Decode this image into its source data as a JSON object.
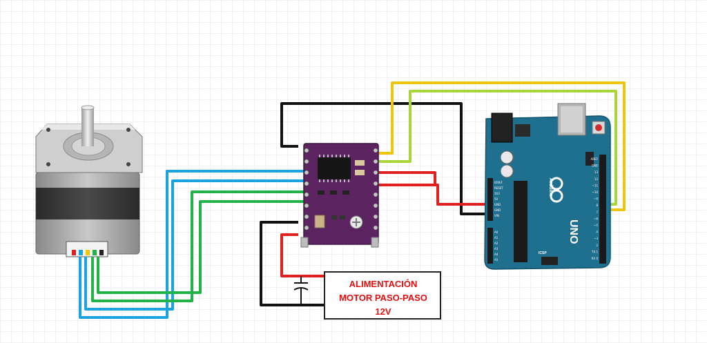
{
  "power_supply": {
    "line1": "ALIMENTACIÓN",
    "line2": "MOTOR PASO-PASO",
    "line3": "12V"
  },
  "arduino": {
    "model_label": "UNO",
    "brand_label": "Arduino",
    "icsp_label": "ICSP",
    "power_pins": [
      "IOREF",
      "RESET",
      "3V3",
      "5V",
      "GND",
      "GND",
      "VIN"
    ],
    "analog_pins": [
      "A0",
      "A1",
      "A2",
      "A3",
      "A4",
      "A5"
    ],
    "digital_pins": [
      "AREF",
      "GND",
      "13",
      "12",
      "~11",
      "~10",
      "~9",
      "8",
      "7",
      "~6",
      "~5",
      "4",
      "~3",
      "2",
      "TX 1",
      "RX 0"
    ]
  },
  "colors": {
    "wire_blue": "#1aa3e0",
    "wire_green": "#22b24a",
    "wire_black": "#111111",
    "wire_red": "#e02020",
    "wire_yellow": "#f2c40c",
    "wire_lime": "#a8d53a",
    "arduino_board": "#1f6f8f",
    "driver_board": "#5b2360",
    "grid_line": "#e3e3e3"
  }
}
